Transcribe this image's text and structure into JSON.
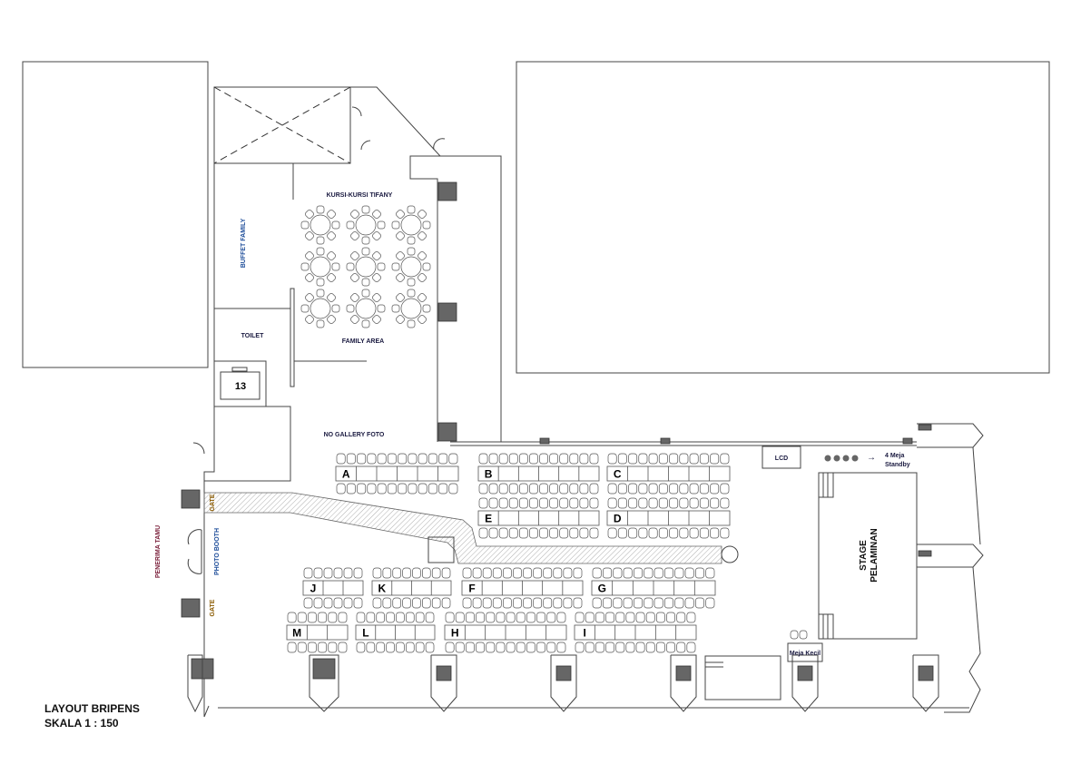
{
  "title": {
    "line1": "LAYOUT BRIPENS",
    "line2": "SKALA 1 : 150"
  },
  "labels": {
    "kursi_tifany": "KURSI-KURSI TIFANY",
    "buffet_family": "BUFFET FAMILY",
    "toilet": "TOILET",
    "family_area": "FAMILY AREA",
    "room_13": "13",
    "no_gallery": "NO GALLERY FOTO",
    "lcd": "LCD",
    "standby_line1": "4 Meja",
    "standby_line2": "Standby",
    "stage_line1": "STAGE",
    "stage_line2": "PELAMINAN",
    "meja_kecil": "Meja Kecil",
    "gate_top": "GATE",
    "gate_bottom": "GATE",
    "photo_booth": "PHOTO BOOTH",
    "penerima_tamu": "PENERIMA TAMU"
  },
  "tables": [
    {
      "label": "A",
      "cells": 6,
      "seats": 12
    },
    {
      "label": "B",
      "cells": 6,
      "seats": 12
    },
    {
      "label": "C",
      "cells": 6,
      "seats": 12
    },
    {
      "label": "E",
      "cells": 6,
      "seats": 12
    },
    {
      "label": "D",
      "cells": 6,
      "seats": 12
    },
    {
      "label": "J",
      "cells": 3,
      "seats": 6
    },
    {
      "label": "K",
      "cells": 4,
      "seats": 8
    },
    {
      "label": "F",
      "cells": 6,
      "seats": 12
    },
    {
      "label": "G",
      "cells": 6,
      "seats": 12
    },
    {
      "label": "M",
      "cells": 3,
      "seats": 6
    },
    {
      "label": "L",
      "cells": 4,
      "seats": 8
    },
    {
      "label": "H",
      "cells": 6,
      "seats": 12
    },
    {
      "label": "I",
      "cells": 6,
      "seats": 12
    }
  ],
  "round_tables": {
    "rows": 3,
    "cols": 3,
    "chairs_each": 8
  },
  "standby_tables": 4
}
